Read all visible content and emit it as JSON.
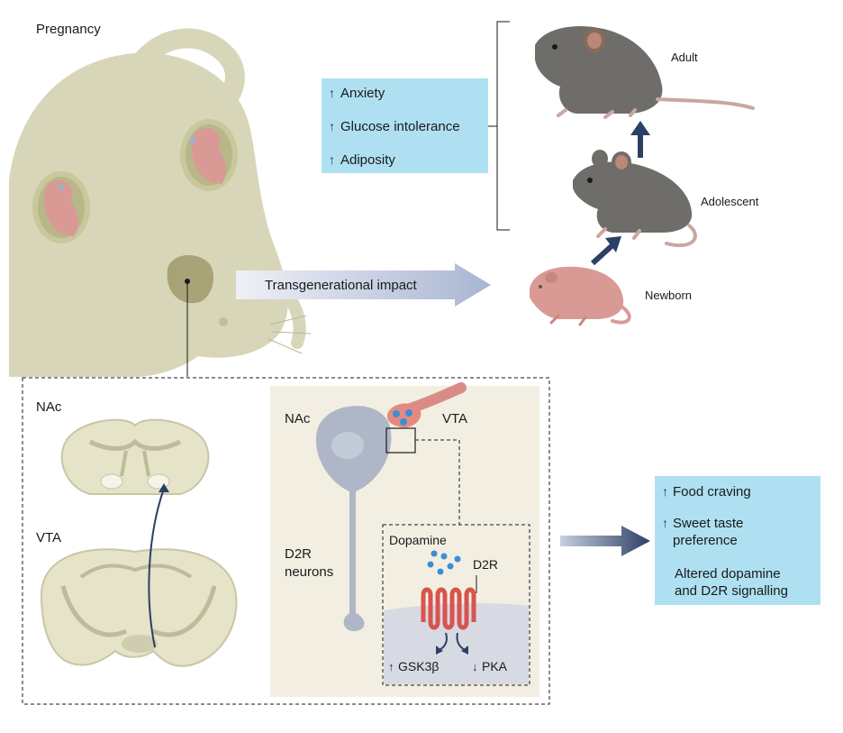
{
  "title": "Pregnancy",
  "effects_box": {
    "items": [
      "Anxiety",
      "Glucose intolerance",
      "Adiposity"
    ],
    "color": "#aee0f2"
  },
  "stages": {
    "adult": "Adult",
    "adolescent": "Adolescent",
    "newborn": "Newborn"
  },
  "transgenerational_label": "Transgenerational impact",
  "brain_panel": {
    "nac_label": "NAc",
    "vta_label": "VTA"
  },
  "neuron_panel": {
    "nac_label": "NAc",
    "vta_label": "VTA",
    "neuron_label_line1": "D2R",
    "neuron_label_line2": "neurons",
    "inset": {
      "dopamine_label": "Dopamine",
      "receptor_label": "D2R",
      "gsk_label": "GSK3β",
      "pka_label": "PKA",
      "gsk_direction": "up",
      "pka_direction": "down"
    }
  },
  "outcomes_box": {
    "item1": "Food craving",
    "item2_line1": "Sweet taste",
    "item2_line2": "preference",
    "item3_line1": "Altered dopamine",
    "item3_line2": "and D2R signalling",
    "color": "#aee0f2"
  },
  "colors": {
    "mouse_beige": "#d8d6b8",
    "embryo_pink": "#d99a95",
    "adult_mouse": "#6f6d6a",
    "arrow_navy": "#2c3f66",
    "receptor_red": "#d9534f",
    "dopamine_blue": "#3b8fd1"
  }
}
